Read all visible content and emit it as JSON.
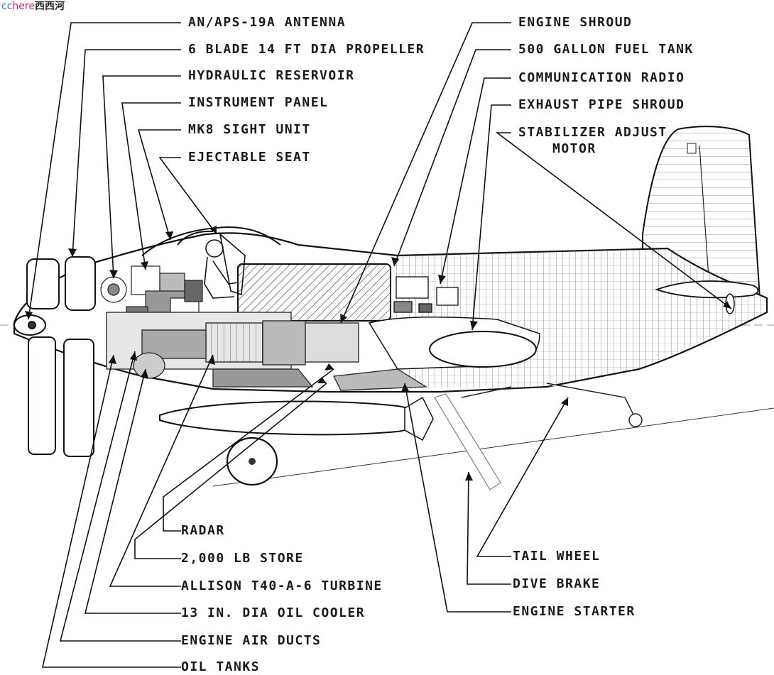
{
  "watermark": {
    "part1": "cc",
    "part2": "here",
    "part3": "西西河"
  },
  "labels": {
    "antenna": "AN/APS-19A ANTENNA",
    "propeller": "6 BLADE 14 FT DIA PROPELLER",
    "hydraulic": "HYDRAULIC RESERVOIR",
    "instrument": "INSTRUMENT PANEL",
    "sight": "MK8 SIGHT UNIT",
    "seat": "EJECTABLE SEAT",
    "shroud": "ENGINE SHROUD",
    "fuel": "500 GALLON FUEL TANK",
    "radio": "COMMUNICATION RADIO",
    "exhaust": "EXHAUST PIPE SHROUD",
    "stab1": "STABILIZER ADJUST",
    "stab2": "MOTOR",
    "radar": "RADAR",
    "store": "2,000 LB STORE",
    "turbine": "ALLISON  T40-A-6 TURBINE",
    "oilcooler": "13 IN. DIA OIL COOLER",
    "airducts": "ENGINE AIR DUCTS",
    "oiltanks": "OIL TANKS",
    "tailwheel": "TAIL WHEEL",
    "divebrake": "DIVE BRAKE",
    "starter": "ENGINE STARTER"
  }
}
